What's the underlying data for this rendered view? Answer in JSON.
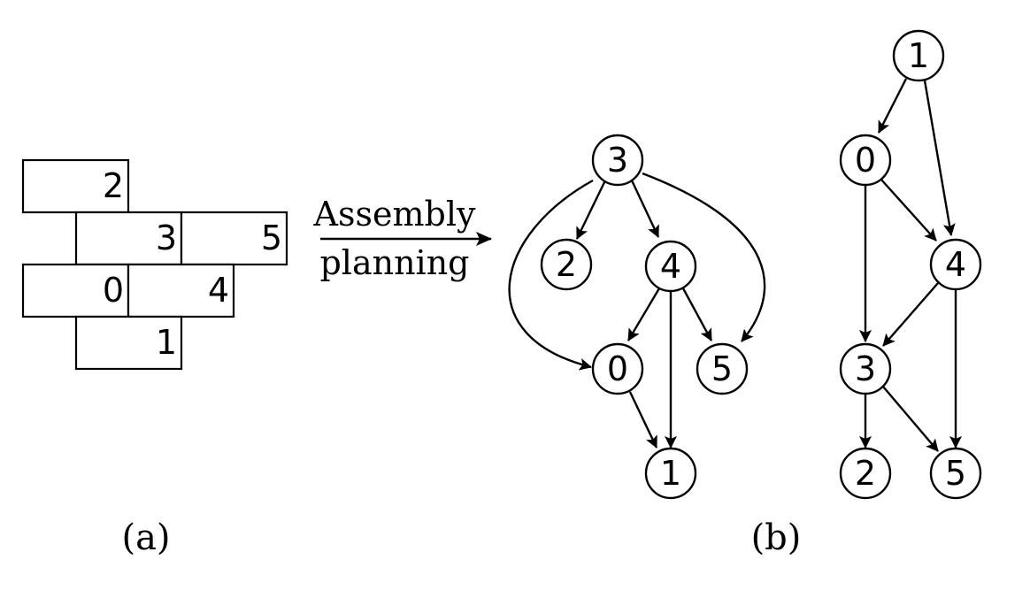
{
  "part_a": {
    "caption": "(a)",
    "blocks": [
      {
        "id": "2",
        "label": "2"
      },
      {
        "id": "3",
        "label": "3"
      },
      {
        "id": "5",
        "label": "5"
      },
      {
        "id": "0",
        "label": "0"
      },
      {
        "id": "4",
        "label": "4"
      },
      {
        "id": "1",
        "label": "1"
      }
    ]
  },
  "arrow": {
    "label_top": "Assembly",
    "label_bottom": "planning"
  },
  "part_b": {
    "caption": "(b)",
    "graphs": [
      {
        "nodes": [
          {
            "id": "3",
            "label": "3"
          },
          {
            "id": "2",
            "label": "2"
          },
          {
            "id": "4",
            "label": "4"
          },
          {
            "id": "0",
            "label": "0"
          },
          {
            "id": "5",
            "label": "5"
          },
          {
            "id": "1",
            "label": "1"
          }
        ],
        "edges": [
          {
            "from": "3",
            "to": "2"
          },
          {
            "from": "3",
            "to": "4"
          },
          {
            "from": "3",
            "to": "0"
          },
          {
            "from": "3",
            "to": "5"
          },
          {
            "from": "4",
            "to": "0"
          },
          {
            "from": "4",
            "to": "5"
          },
          {
            "from": "4",
            "to": "1"
          },
          {
            "from": "0",
            "to": "1"
          }
        ]
      },
      {
        "nodes": [
          {
            "id": "1",
            "label": "1"
          },
          {
            "id": "0",
            "label": "0"
          },
          {
            "id": "4",
            "label": "4"
          },
          {
            "id": "3",
            "label": "3"
          },
          {
            "id": "2",
            "label": "2"
          },
          {
            "id": "5",
            "label": "5"
          }
        ],
        "edges": [
          {
            "from": "1",
            "to": "0"
          },
          {
            "from": "1",
            "to": "4"
          },
          {
            "from": "0",
            "to": "4"
          },
          {
            "from": "0",
            "to": "3"
          },
          {
            "from": "4",
            "to": "3"
          },
          {
            "from": "4",
            "to": "5"
          },
          {
            "from": "3",
            "to": "2"
          },
          {
            "from": "3",
            "to": "5"
          }
        ]
      }
    ]
  }
}
